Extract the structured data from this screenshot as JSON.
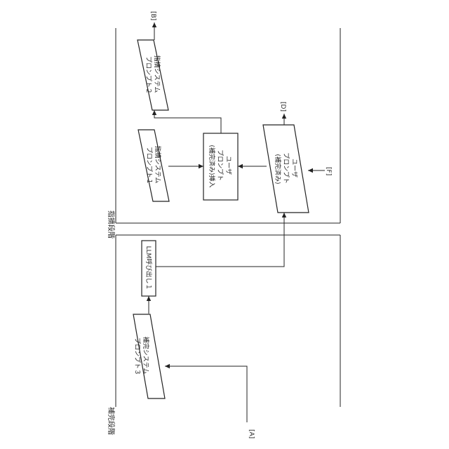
{
  "sections": {
    "completion": "補完段階",
    "pointing": "指摘段階"
  },
  "nodes": {
    "completion_system_prompt_3": [
      "補完システム",
      "プロンプト３"
    ],
    "llm_call_1": [
      "LLM呼び出し１"
    ],
    "pointing_system_prompt_1": [
      "指摘システム",
      "プロンプト１"
    ],
    "pointing_system_prompt_2": [
      "指摘システム",
      "プロンプト２"
    ],
    "user_prompt_inserted": [
      "ユーザ",
      "プロンプト",
      "(補完済み)挿入"
    ],
    "user_prompt_completed": [
      "ユーザ",
      "プロンプト",
      "(補完済み)"
    ]
  },
  "terminals": {
    "A": "[A]",
    "B": "[B]",
    "D": "[D]",
    "F": "[F]"
  }
}
